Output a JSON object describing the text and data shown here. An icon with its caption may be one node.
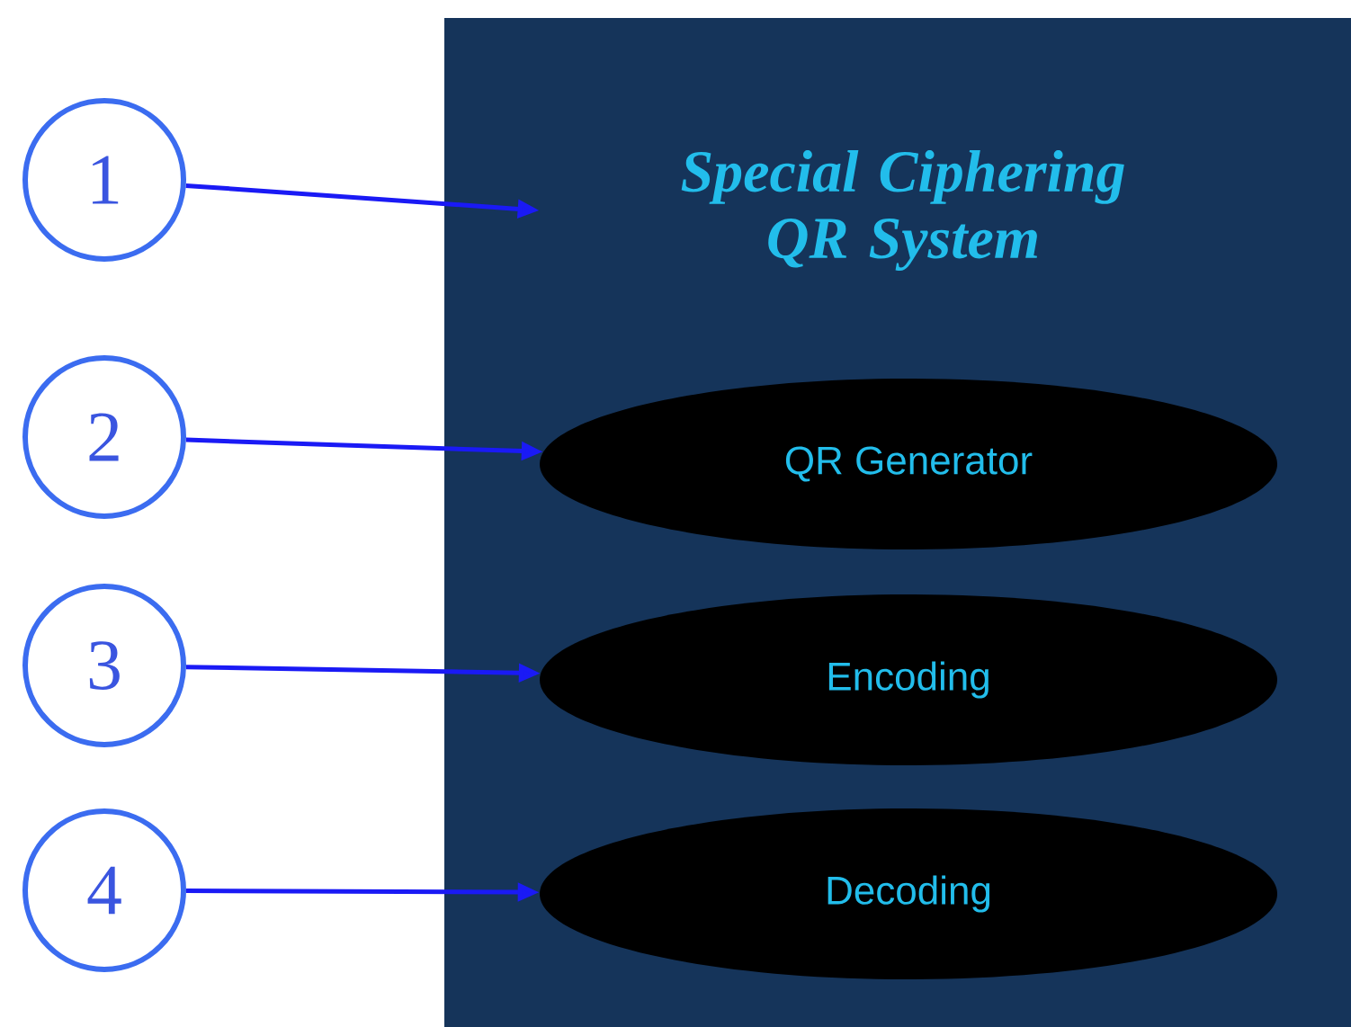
{
  "diagram": {
    "nodes": [
      {
        "text": [
          "1"
        ]
      },
      {
        "text": [
          "Special Ciphering QR System"
        ]
      },
      {
        "text": [
          "2"
        ]
      },
      {
        "text": [
          "QR Generator"
        ],
        "in": 1
      },
      {
        "text": [
          "3"
        ]
      },
      {
        "text": [
          "Encoding"
        ],
        "in": 1
      },
      {
        "text": [
          "4"
        ]
      },
      {
        "text": [
          "Decoding"
        ],
        "in": 1
      }
    ],
    "edges": [
      {
        "from": 0,
        "to": 1,
        "arrow": "to"
      },
      {
        "from": 2,
        "to": 3,
        "arrow": "to"
      },
      {
        "from": 4,
        "to": 5,
        "arrow": "to"
      },
      {
        "from": 6,
        "to": 7,
        "arrow": "to"
      }
    ]
  }
}
